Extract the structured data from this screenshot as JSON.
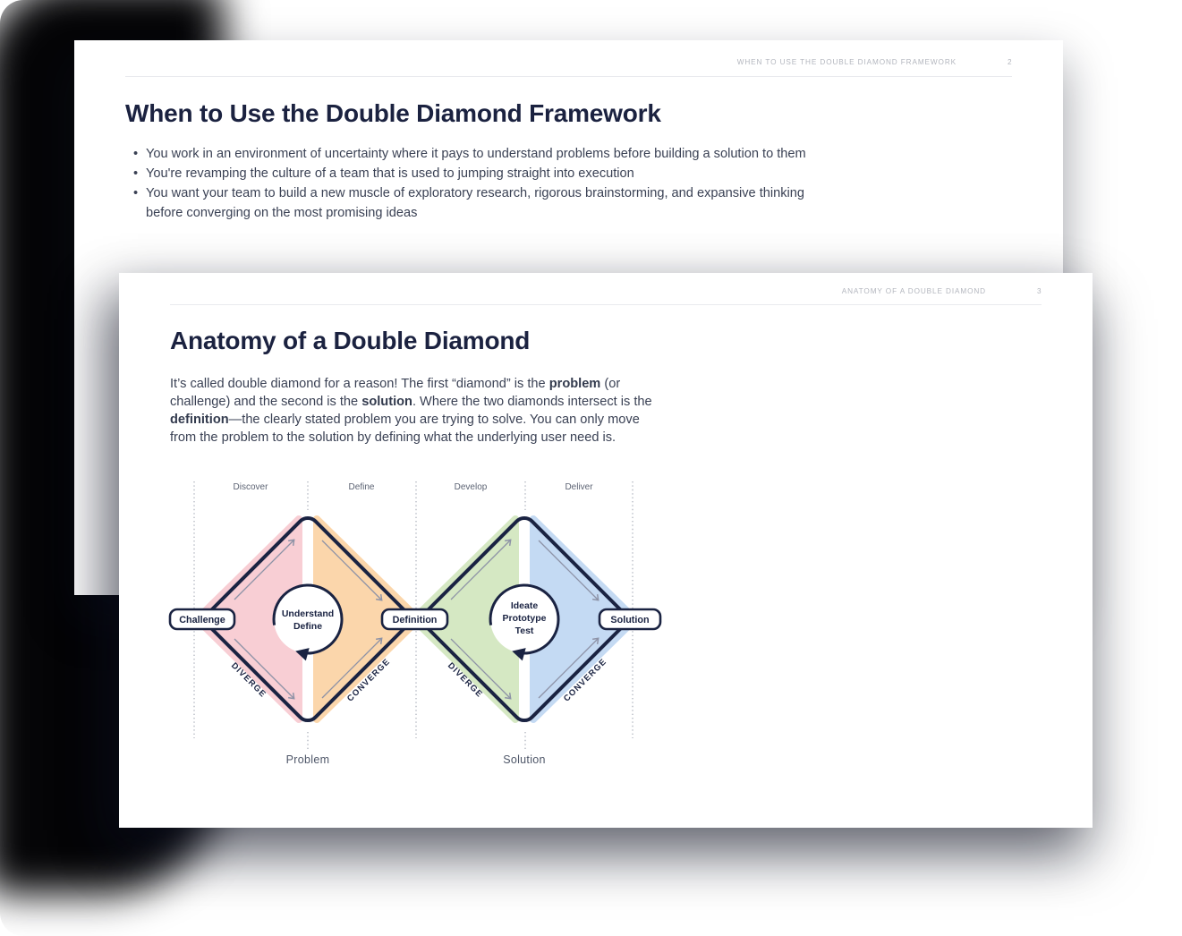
{
  "page1": {
    "running_head": "WHEN TO USE THE DOUBLE DIAMOND FRAMEWORK",
    "page_number": "2",
    "title": "When to Use the Double Diamond Framework",
    "bullets": [
      "You work in an environment of uncertainty where it pays to understand problems before building a solution to them",
      "You're revamping the culture of a team that is used to jumping straight into execution",
      "You want your team to build a new muscle of exploratory research, rigorous brainstorming, and expansive thinking before converging on the most promising ideas"
    ]
  },
  "page2": {
    "running_head": "ANATOMY OF A DOUBLE DIAMOND",
    "page_number": "3",
    "title": "Anatomy of a Double Diamond",
    "paragraph": {
      "p1": "It’s called double diamond for a reason! The first “diamond” is the ",
      "b1": "problem",
      "p2": " (or challenge) and the second is the ",
      "b2": "solution",
      "p3": ". Where the two diamonds intersect is the ",
      "b3": "definition",
      "p4": "—the clearly stated problem you are trying to solve. You can only move from the problem to the solution by defining what the underlying user need is."
    },
    "diagram": {
      "phases": [
        "Discover",
        "Define",
        "Develop",
        "Deliver"
      ],
      "nodes": [
        "Challenge",
        "Definition",
        "Solution"
      ],
      "circle1": [
        "Understand",
        "Define"
      ],
      "circle2": [
        "Ideate",
        "Prototype",
        "Test"
      ],
      "edge_labels": {
        "diverge": "DIVERGE",
        "converge": "CONVERGE"
      },
      "bottom_labels": [
        "Problem",
        "Solution"
      ],
      "colors": {
        "pink": "#f8ced4",
        "peach": "#fbd6ab",
        "green": "#d5e8c3",
        "blue": "#c4daf3",
        "outline_navy": "#1a2342",
        "arrow_gray": "#8d92a6"
      }
    }
  }
}
